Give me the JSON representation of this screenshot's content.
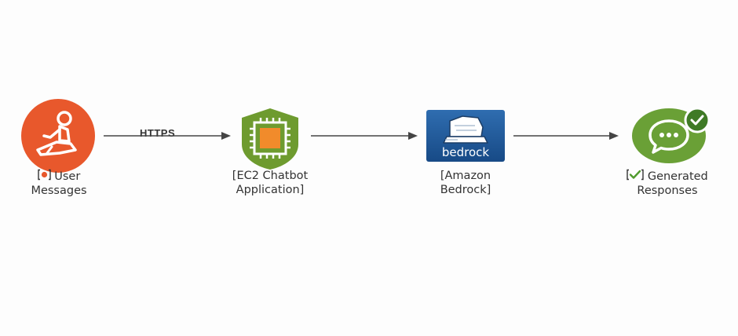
{
  "nodes": [
    {
      "id": "user",
      "label_line1": "User",
      "label_line2": "Messages",
      "icon": "user-icon",
      "color": "#e8582c"
    },
    {
      "id": "ec2",
      "label_line1": "[EC2 Chatbot",
      "label_line2": "Application]",
      "icon": "chip-icon",
      "color": "#6e9b2f"
    },
    {
      "id": "bedrock",
      "label_line1": "[Amazon",
      "label_line2": "Bedrock]",
      "icon": "bedrock-icon",
      "icon_text": "bedrock",
      "color": "#1f5a99"
    },
    {
      "id": "responses",
      "label_line1": "Generated",
      "label_line2": "Responses",
      "icon": "chat-bubble-icon",
      "color": "#6aa036"
    }
  ],
  "edges": [
    {
      "from": "user",
      "to": "ec2",
      "label": "HTTPS"
    },
    {
      "from": "ec2",
      "to": "bedrock",
      "label": ""
    },
    {
      "from": "bedrock",
      "to": "responses",
      "label": ""
    }
  ]
}
